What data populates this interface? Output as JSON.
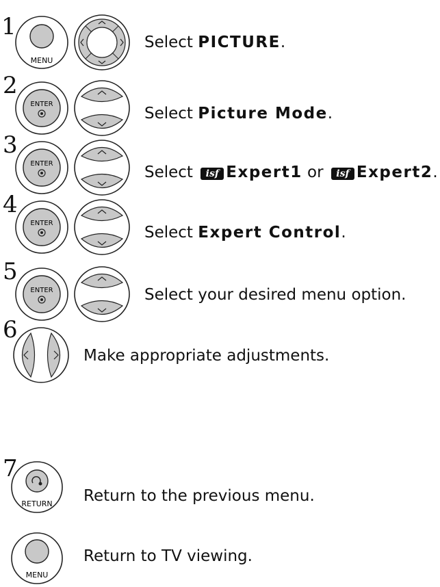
{
  "steps": [
    {
      "number": "1",
      "buttons": [
        "MENU",
        "dpad"
      ],
      "prefix": "Select ",
      "bold": "PICTURE",
      "suffix": "."
    },
    {
      "number": "2",
      "buttons": [
        "ENTER",
        "updown"
      ],
      "prefix": "Select ",
      "bold": "Picture Mode",
      "suffix": "."
    },
    {
      "number": "3",
      "buttons": [
        "ENTER",
        "updown"
      ],
      "prefix": "Select ",
      "option1": "Expert1",
      "connector": " or ",
      "option2": "Expert2",
      "suffix": ".",
      "logo_text": "isf"
    },
    {
      "number": "4",
      "buttons": [
        "ENTER",
        "updown"
      ],
      "prefix": "Select ",
      "bold": "Expert Control",
      "suffix": "."
    },
    {
      "number": "5",
      "buttons": [
        "ENTER",
        "updown"
      ],
      "text": "Select your desired menu option."
    },
    {
      "number": "6",
      "buttons": [
        "leftright"
      ],
      "text": "Make appropriate adjustments."
    },
    {
      "number": "7",
      "buttons": [
        "RETURN"
      ],
      "text": "Return to the previous menu."
    },
    {
      "number": "",
      "buttons": [
        "MENU"
      ],
      "text": "Return to TV viewing."
    }
  ],
  "labels": {
    "menu": "MENU",
    "enter": "ENTER",
    "return": "RETURN"
  }
}
